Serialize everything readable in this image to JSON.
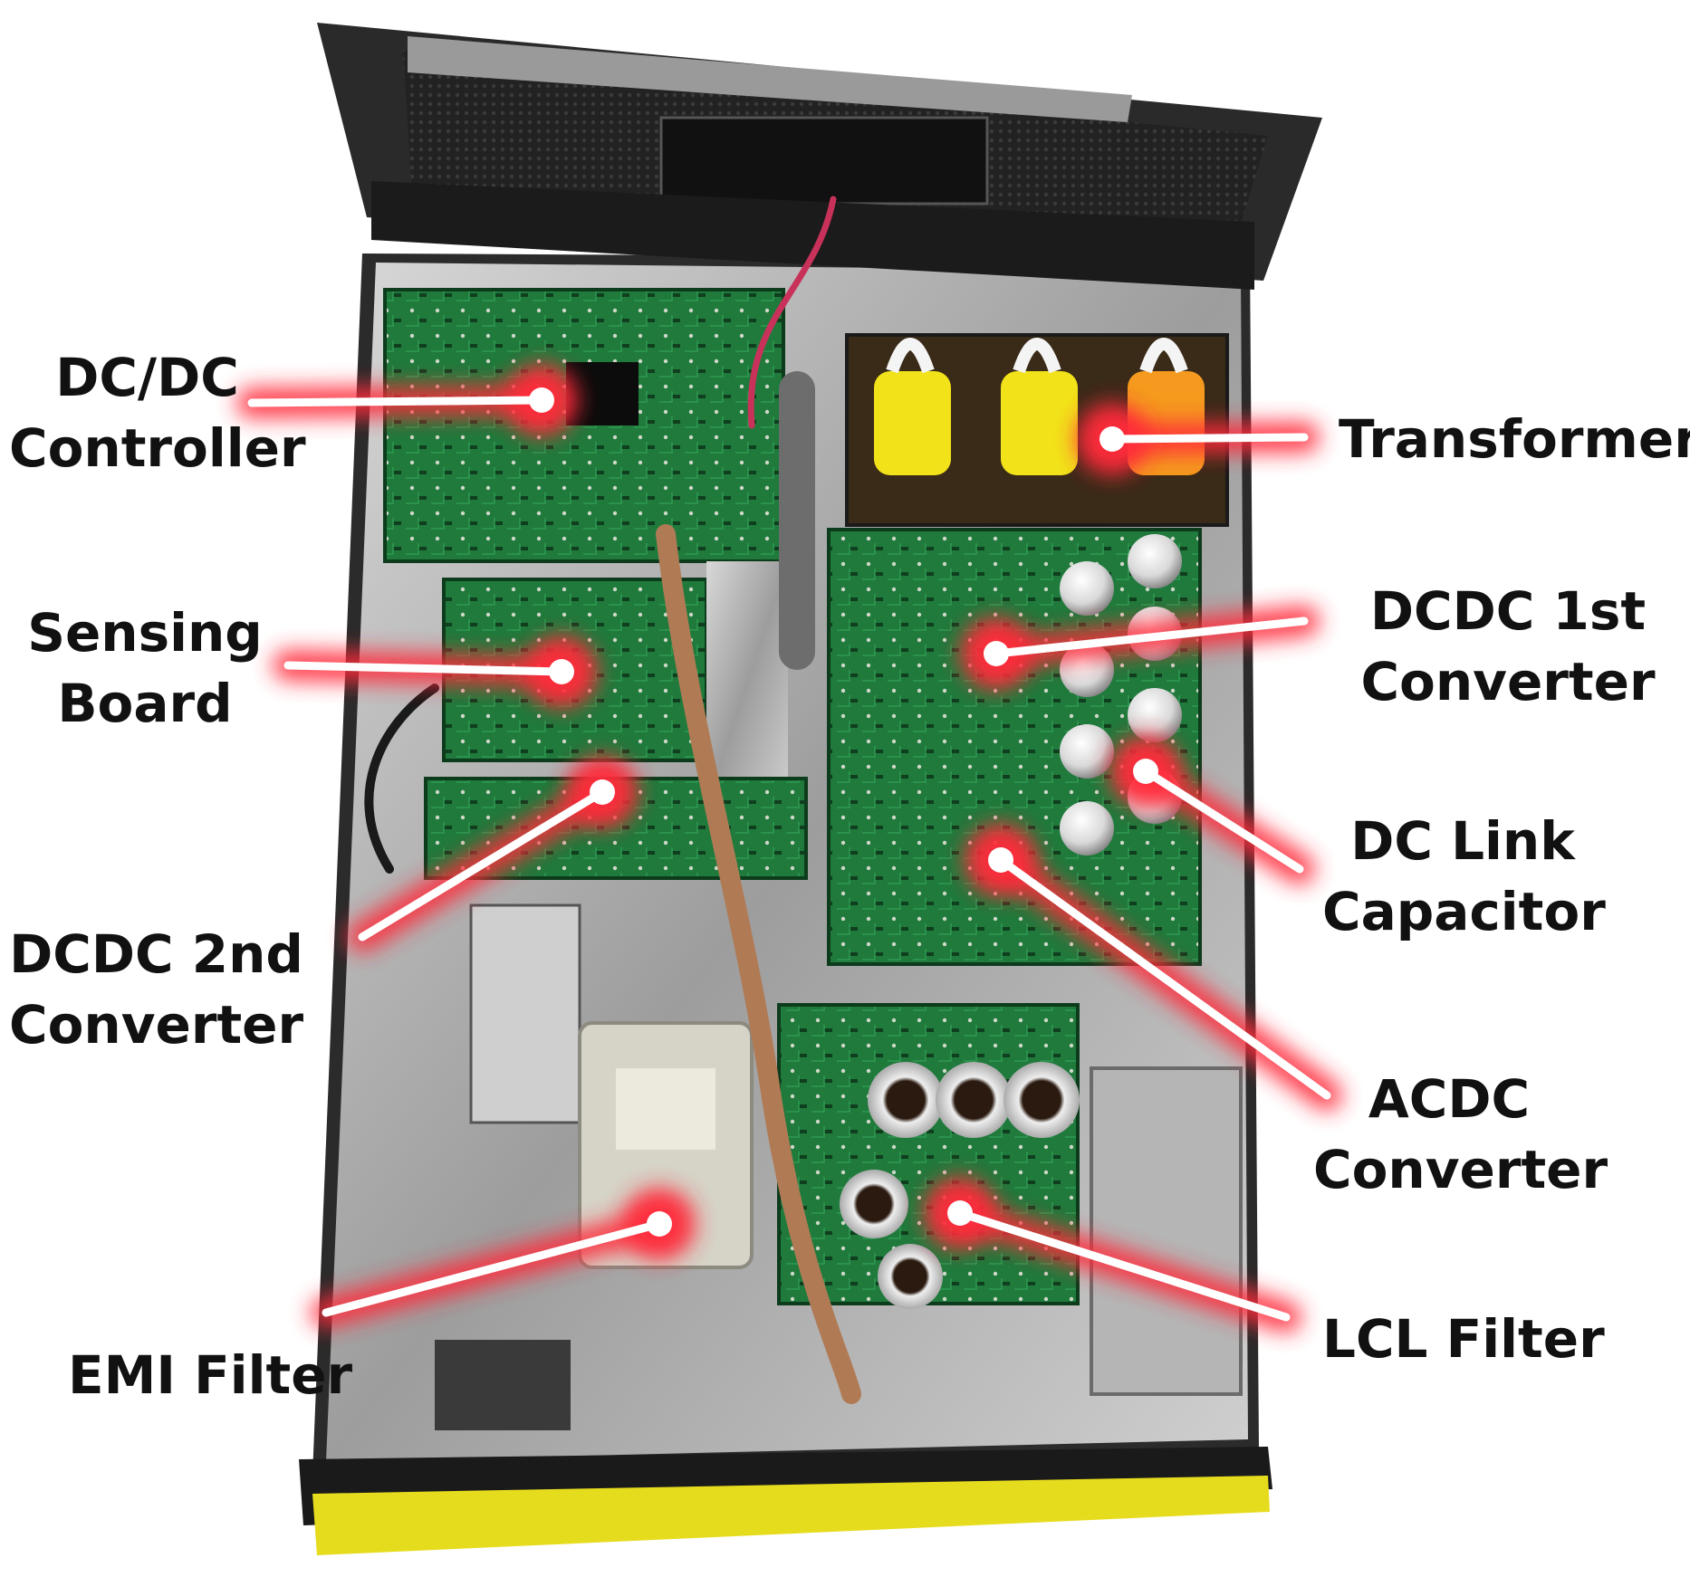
{
  "labels": {
    "dcdc_controller": {
      "line1": "DC/DC",
      "line2": "Controller"
    },
    "sensing_board": {
      "line1": "Sensing",
      "line2": "Board"
    },
    "dcdc_2nd_converter": {
      "line1": "DCDC 2nd",
      "line2": "Converter"
    },
    "emi_filter": {
      "line1": "EMI  Filter"
    },
    "transformer": {
      "line1": "Transformer"
    },
    "dcdc_1st_converter": {
      "line1": "DCDC 1st",
      "line2": "Converter"
    },
    "dc_link_capacitor": {
      "line1": "DC Link",
      "line2": "Capacitor"
    },
    "acdc_converter": {
      "line1": "ACDC",
      "line2": "Converter"
    },
    "lcl_filter": {
      "line1": "LCL Filter"
    }
  },
  "colors": {
    "callout_glow": "#ff2a3a",
    "callout_line": "#ffffff",
    "pcb_green": "#1f7a3c",
    "chassis_dark": "#1c1c1c",
    "chassis_metal": "#b9b9b9",
    "yellow_trim": "#e6dc1e",
    "transformer_yellow": "#f2e21a",
    "transformer_orange": "#f59a1e"
  }
}
